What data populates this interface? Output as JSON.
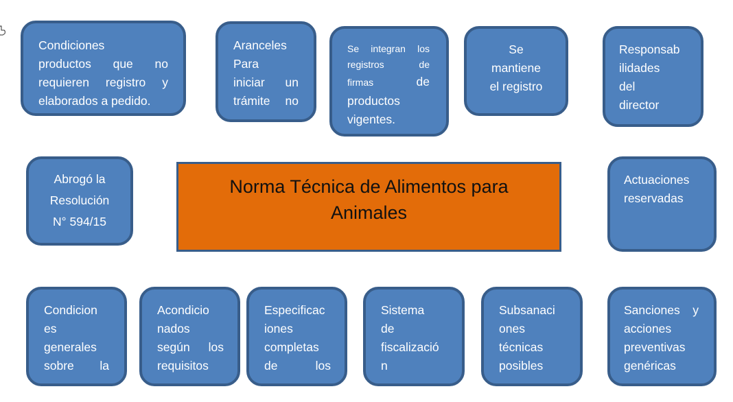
{
  "center_title": [
    "Norma Técnica de Alimentos para",
    "Animales"
  ],
  "top_row": [
    {
      "lines": [
        "Condiciones",
        "productos que no",
        "requieren registro y",
        "elaborados a pedido."
      ]
    },
    {
      "lines": [
        "Aranceles",
        "Para",
        "iniciar un",
        "trámite no"
      ]
    },
    {
      "lines": [
        "Se integran los",
        "registros de",
        "firmas",
        "de",
        "productos",
        "vigentes."
      ]
    },
    {
      "lines": [
        "Se",
        "mantiene",
        "el registro"
      ]
    },
    {
      "lines": [
        "Responsab",
        "ilidades",
        "del",
        "director"
      ]
    }
  ],
  "middle_row": [
    {
      "lines": [
        "Abrogó la",
        "Resolución",
        "N° 594/15"
      ]
    },
    {
      "lines": [
        "Actuaciones",
        "reservadas"
      ]
    }
  ],
  "bottom_row": [
    {
      "lines": [
        "Condicion",
        "es",
        "generales",
        "sobre la"
      ]
    },
    {
      "lines": [
        "Acondicio",
        "nados",
        "según los",
        "requisitos"
      ]
    },
    {
      "lines": [
        "Especificac",
        "iones",
        "completas",
        "de los"
      ]
    },
    {
      "lines": [
        "Sistema",
        "de",
        "fiscalizació",
        "n"
      ]
    },
    {
      "lines": [
        "Subsanaci",
        "ones",
        "técnicas",
        "posibles"
      ]
    },
    {
      "lines": [
        "Sanciones y",
        "acciones",
        "preventivas",
        "genéricas"
      ]
    }
  ]
}
